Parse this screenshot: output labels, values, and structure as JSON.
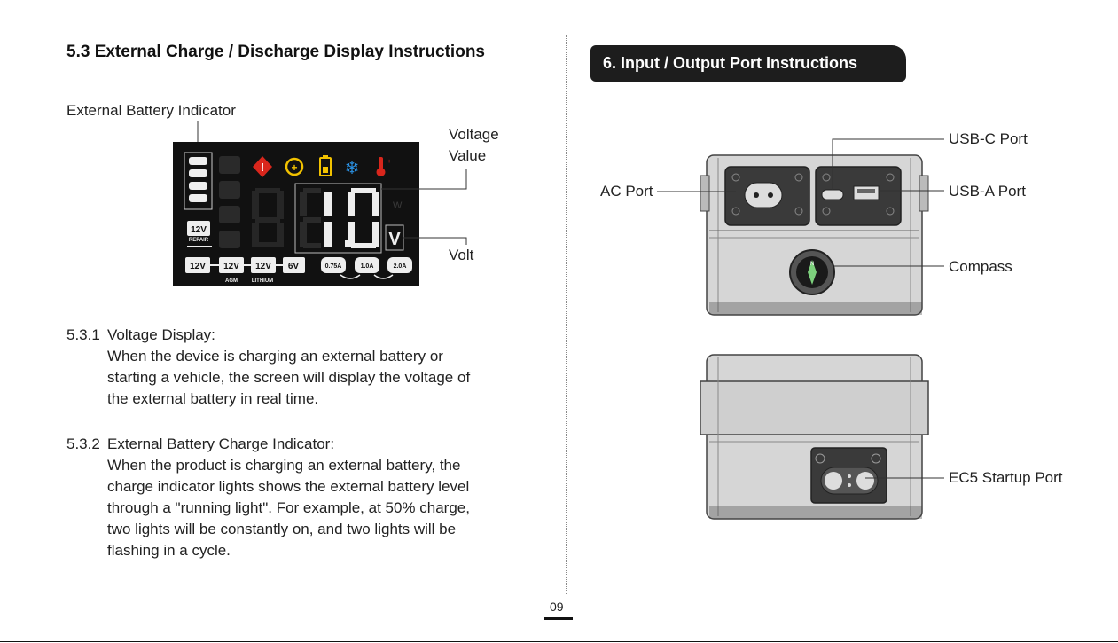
{
  "left": {
    "title": "5.3 External Charge / Discharge Display Instructions",
    "indicator_label": "External Battery Indicator",
    "voltage_label_1": "Voltage",
    "voltage_label_2": "Value",
    "volt_label": "Volt",
    "display": {
      "digits": "1.0",
      "unit_v": "V",
      "unit_w": "W",
      "repair_badge": "12V",
      "repair_text": "REPAIR",
      "mode_badges": [
        "12V",
        "12V",
        "12V",
        "6V"
      ],
      "mode_sublabels": [
        "AGM",
        "LITHIUM"
      ],
      "current_badges": [
        "0.75A",
        "1.0A",
        "2.0A"
      ],
      "icon_colors": {
        "warning": "#d9261c",
        "charge": "#f2c200",
        "battery": "#f2c200",
        "snow": "#2a8fe0",
        "temp": "#d9261c"
      }
    },
    "s1_num": "5.3.1",
    "s1_title": "Voltage Display:",
    "s1_body": [
      "When the device is charging an external battery or",
      "starting a vehicle, the screen will display the voltage of",
      "the external battery in real time."
    ],
    "s2_num": "5.3.2",
    "s2_title": "External Battery Charge Indicator:",
    "s2_body": [
      "When the product is charging an external battery, the",
      "charge indicator lights shows the external battery level",
      "through a \"running light\". For example, at 50% charge,",
      "two lights will be constantly on, and two lights will be",
      "flashing in a cycle."
    ]
  },
  "right": {
    "title": "6. Input / Output Port Instructions",
    "ac_port": "AC Port",
    "usb_c_port": "USB-C Port",
    "usb_a_port": "USB-A Port",
    "compass": "Compass",
    "ec5_port": "EC5 Startup Port"
  },
  "page_number": "09"
}
